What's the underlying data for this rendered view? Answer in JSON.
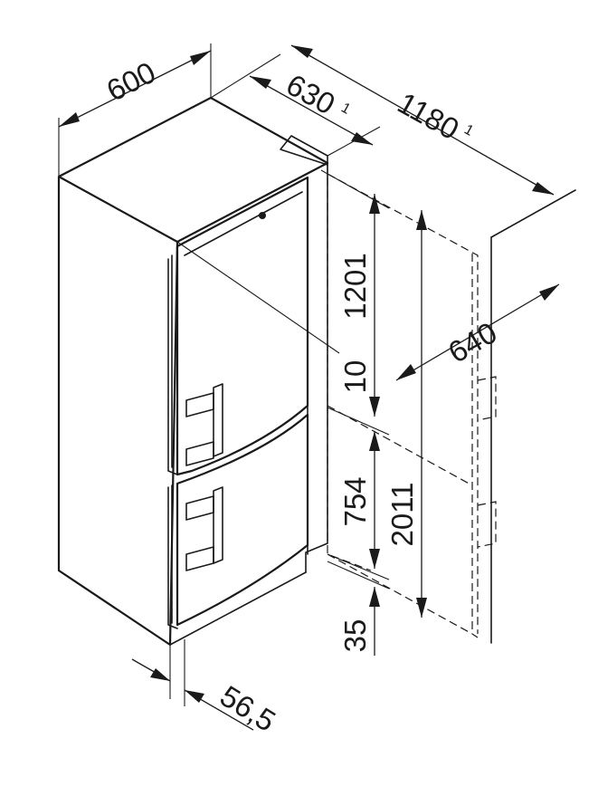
{
  "dimensions": {
    "width": "600",
    "depth": "630",
    "depth_footnote": "1",
    "door_open_depth": "1180",
    "door_open_footnote": "1",
    "wall_clearance": "640",
    "fridge_height": "1201",
    "gap": "10",
    "freezer_height": "754",
    "total_height": "2011",
    "plinth": "35",
    "door_offset": "56,5"
  }
}
